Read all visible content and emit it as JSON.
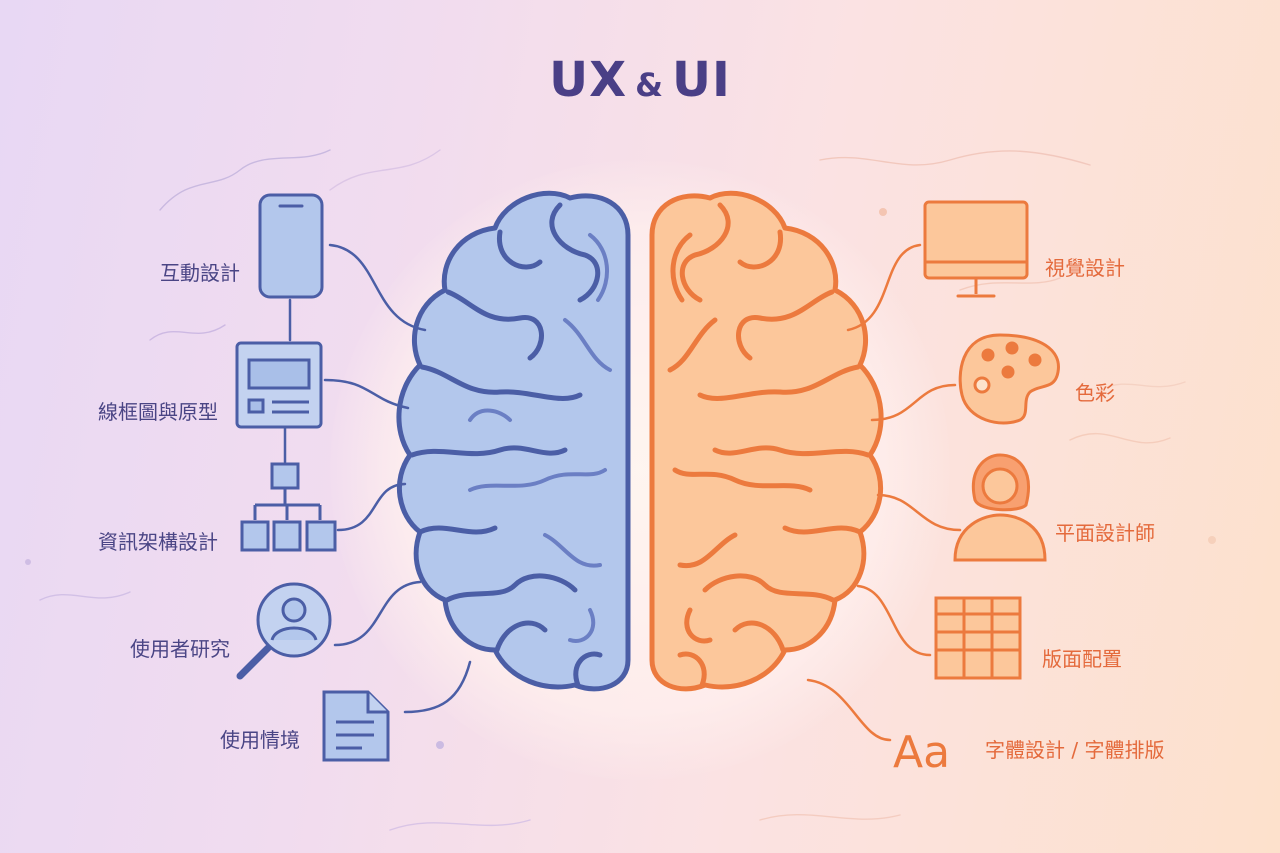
{
  "title": {
    "main_left": "UX",
    "amp": "&",
    "main_right": "UI"
  },
  "colors": {
    "ux_stroke": "#4b5ea6",
    "ux_fill": "#b3c7ec",
    "ui_stroke": "#ec7a3e",
    "ui_fill": "#fcc79b",
    "ux_text": "#4a4585",
    "ui_text": "#e46a3c",
    "title": "#4a3f86"
  },
  "ux_items": [
    {
      "label": "互動設計",
      "icon": "smartphone-icon"
    },
    {
      "label": "線框圖與原型",
      "icon": "wireframe-icon"
    },
    {
      "label": "資訊架構設計",
      "icon": "sitemap-icon"
    },
    {
      "label": "使用者研究",
      "icon": "user-search-icon"
    },
    {
      "label": "使用情境",
      "icon": "document-icon"
    }
  ],
  "ui_items": [
    {
      "label": "視覺設計",
      "icon": "monitor-icon"
    },
    {
      "label": "色彩",
      "icon": "palette-icon"
    },
    {
      "label": "平面設計師",
      "icon": "designer-avatar-icon"
    },
    {
      "label": "版面配置",
      "icon": "layout-grid-icon"
    },
    {
      "label": "字體設計 / 字體排版",
      "icon": "typography-icon",
      "glyph": "Aa"
    }
  ]
}
